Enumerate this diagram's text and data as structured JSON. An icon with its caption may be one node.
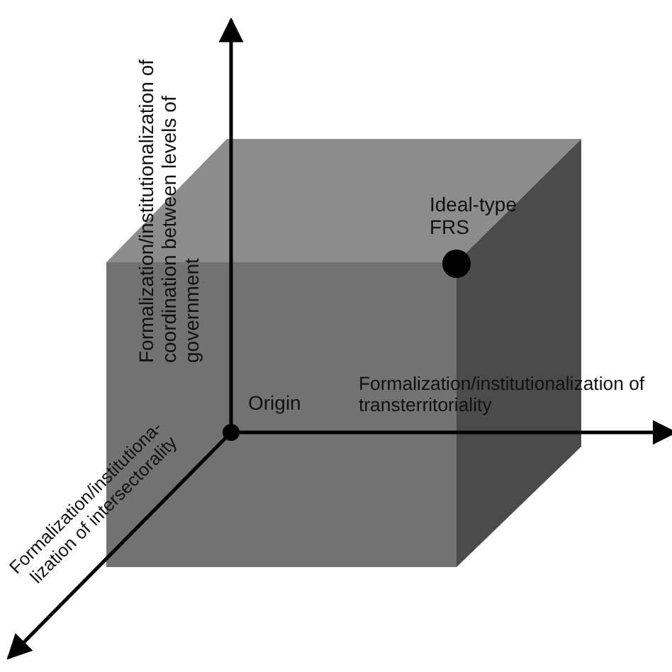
{
  "diagram": {
    "nodes": [
      {
        "text": [],
        "shape": "circle",
        "beside": [
          "Origin"
        ]
      },
      {
        "text": [],
        "shape": "circle",
        "beside": [
          "Ideal-type FRS"
        ]
      }
    ],
    "labels": [
      "Formalization/institutionalization of coordination between levels of government",
      "Formalization/institutionalization of transterritoriality",
      "Formalization/institutiona-lization of intersectorality"
    ]
  }
}
